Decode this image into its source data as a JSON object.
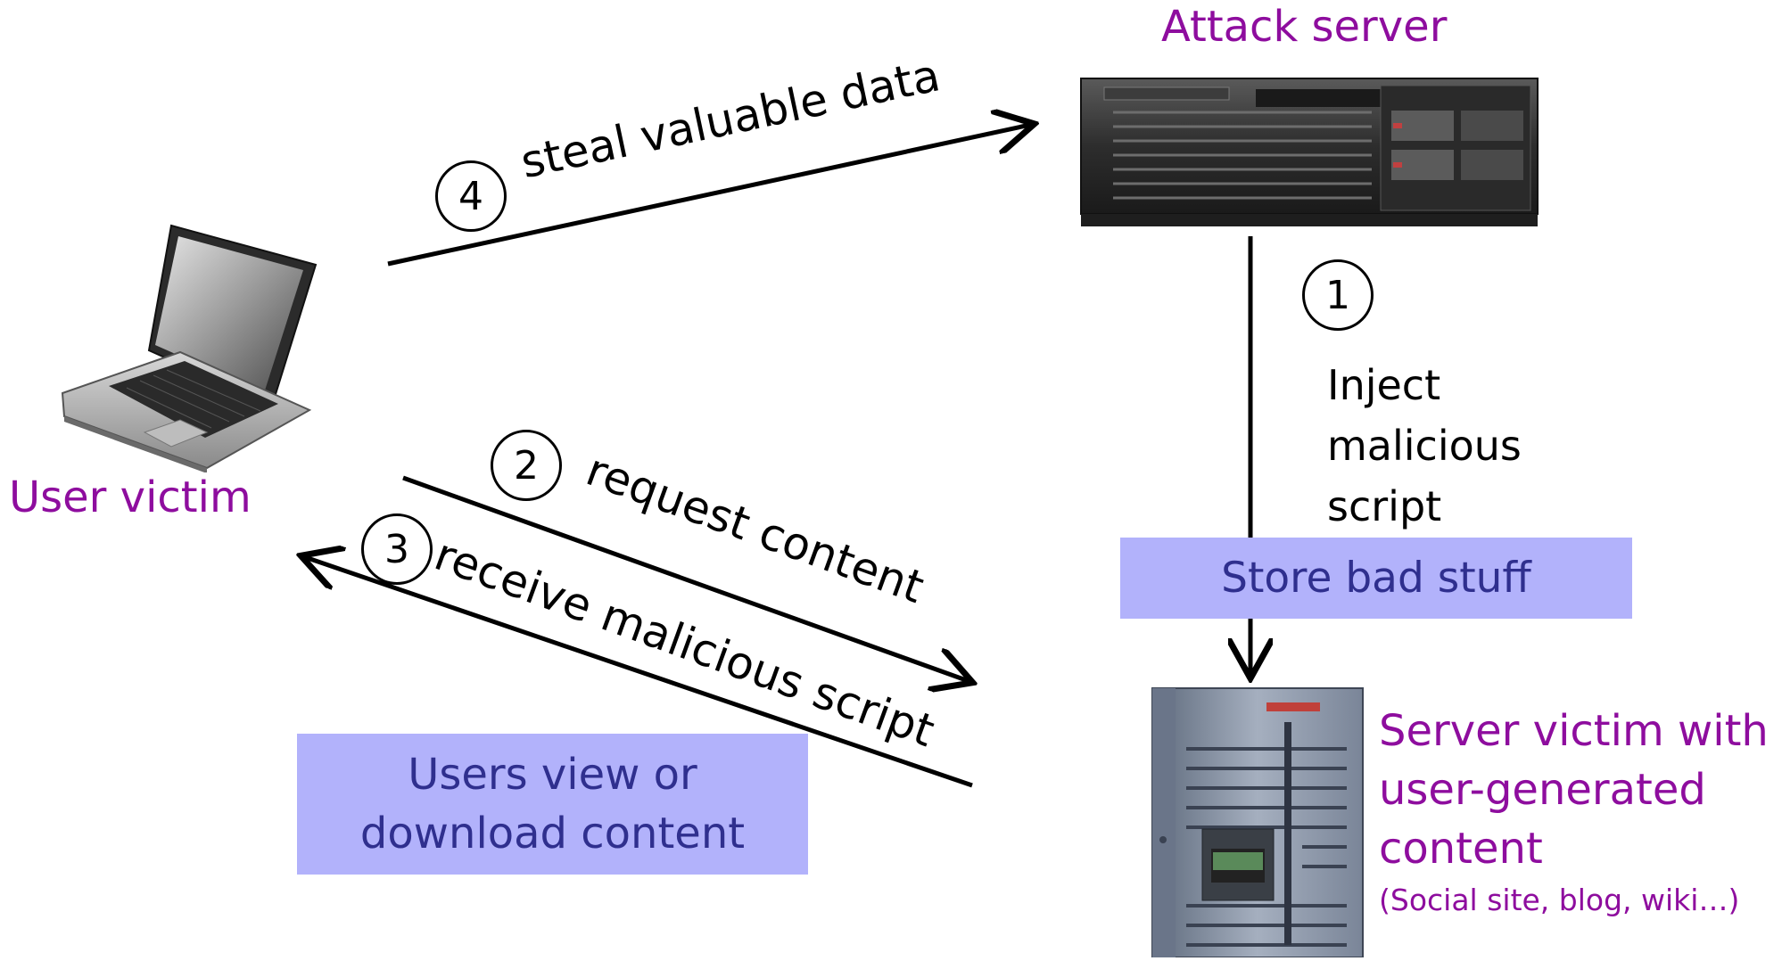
{
  "nodes": {
    "attack_server": {
      "label": "Attack server"
    },
    "user_victim": {
      "label": "User victim"
    },
    "server_victim": {
      "label_lines": [
        "Server victim with",
        "user-generated",
        "content"
      ],
      "note": "(Social site, blog, wiki…)"
    }
  },
  "steps": {
    "step1": {
      "number": "1",
      "label_lines": [
        "Inject",
        "malicious",
        "script"
      ]
    },
    "step2": {
      "number": "2",
      "label": "request content"
    },
    "step3": {
      "number": "3",
      "label": "receive malicious script"
    },
    "step4": {
      "number": "4",
      "label": "steal valuable data"
    }
  },
  "boxes": {
    "store": {
      "label": "Store bad stuff"
    },
    "users_view": {
      "label_lines": [
        "Users view or",
        "download content"
      ]
    }
  },
  "colors": {
    "node_label": "#8e0d9e",
    "box_fill": "#b2b2fb",
    "box_text": "#2f2f8e",
    "arrow": "#000000"
  },
  "icons": {
    "attack_server": "rack-server-icon",
    "user_victim": "laptop-icon",
    "server_victim": "tower-server-icon"
  }
}
